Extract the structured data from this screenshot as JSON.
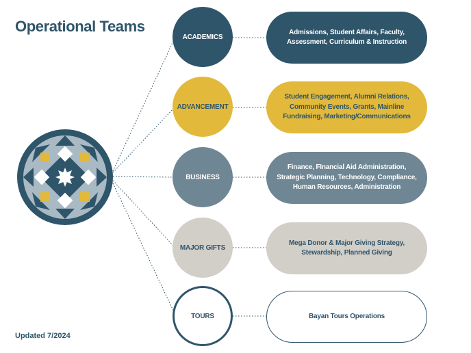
{
  "title": "Operational Teams",
  "updated": "Updated 7/2024",
  "colors": {
    "navy": "#2f556a",
    "gold": "#e2b93b",
    "slate": "#6f8694",
    "stone": "#d2cec8",
    "light": "#a9bac4"
  },
  "teams": [
    {
      "name": "ACADEMICS",
      "description": "Admissions, Student Affairs, Faculty, Assessment, Curriculum & Instruction"
    },
    {
      "name": "ADVANCEMENT",
      "description": "Student Engagement, Alumni Relations, Community Events, Grants, Mainline Fundraising, Marketing/Communications"
    },
    {
      "name": "BUSINESS",
      "description": "Finance, FInancial Aid Administration, Strategic Planning, Technology, Compliance, Human Resources, Administration"
    },
    {
      "name": "MAJOR GIFTS",
      "description": "Mega Donor & Major Giving Strategy, Stewardship, Planned Giving"
    },
    {
      "name": "TOURS",
      "description": "Bayan Tours Operations"
    }
  ]
}
